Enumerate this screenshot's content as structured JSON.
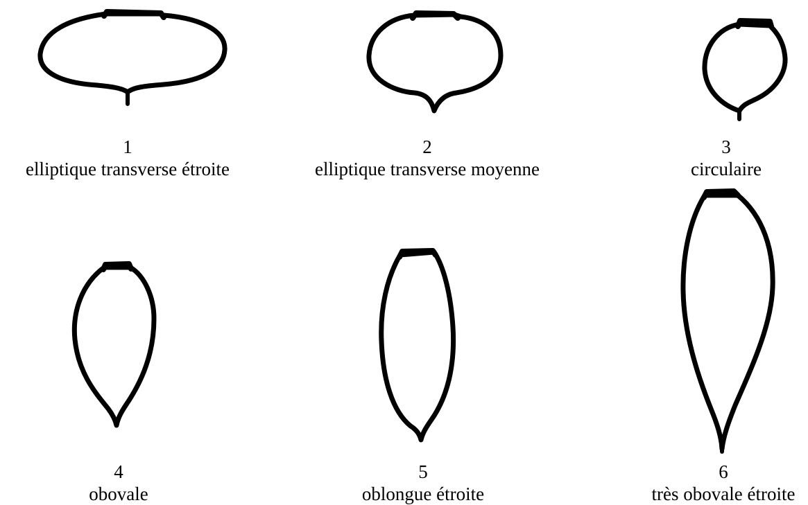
{
  "figures": [
    {
      "number": "1",
      "label": "elliptique transverse étroite"
    },
    {
      "number": "2",
      "label": "elliptique transverse moyenne"
    },
    {
      "number": "3",
      "label": "circulaire"
    },
    {
      "number": "4",
      "label": "obovale"
    },
    {
      "number": "5",
      "label": "oblongue étroite"
    },
    {
      "number": "6",
      "label": "très obovale étroite"
    }
  ]
}
